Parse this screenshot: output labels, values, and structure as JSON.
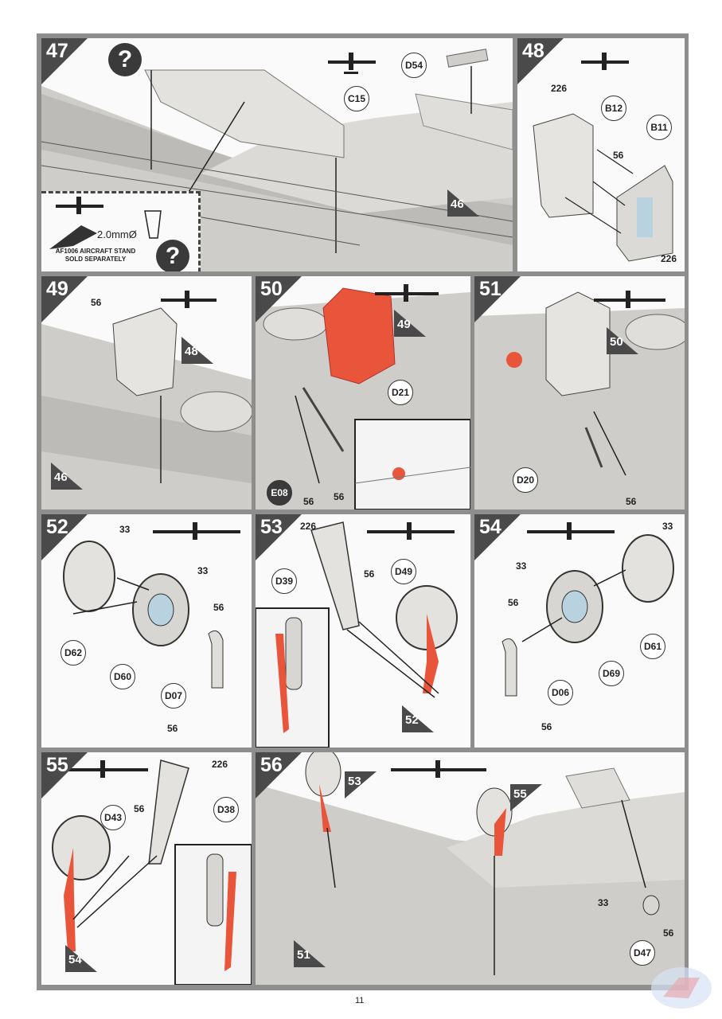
{
  "page": {
    "number": "11"
  },
  "colors": {
    "frame": "#8e8e8e",
    "highlight": "#e8553a",
    "dark": "#4a4a4a",
    "part": "#d8d6d2"
  },
  "steps": {
    "s47": {
      "num": "47",
      "parts": [
        "C15",
        "D54"
      ],
      "ref": "46",
      "stand_note": "AF1006 AIRCRAFT STAND\nSOLD SEPARATELY",
      "drill": "2.0mmØ",
      "qmark": "?"
    },
    "s48": {
      "num": "48",
      "parts": [
        "B12",
        "B11"
      ],
      "labels": [
        "226",
        "56",
        "226"
      ]
    },
    "s49": {
      "num": "49",
      "labels": [
        "56"
      ],
      "refs": [
        "48",
        "46"
      ]
    },
    "s50": {
      "num": "50",
      "parts": [
        "D21",
        "E08"
      ],
      "labels": [
        "56",
        "56"
      ],
      "ref": "49"
    },
    "s51": {
      "num": "51",
      "parts": [
        "D20"
      ],
      "labels": [
        "56"
      ],
      "ref": "50"
    },
    "s52": {
      "num": "52",
      "parts": [
        "D62",
        "D60",
        "D07"
      ],
      "labels": [
        "33",
        "33",
        "56",
        "56"
      ]
    },
    "s53": {
      "num": "53",
      "parts": [
        "D39",
        "D49"
      ],
      "labels": [
        "226",
        "56"
      ],
      "ref": "52"
    },
    "s54": {
      "num": "54",
      "parts": [
        "D61",
        "D69",
        "D06"
      ],
      "labels": [
        "33",
        "33",
        "56",
        "56"
      ]
    },
    "s55": {
      "num": "55",
      "parts": [
        "D43",
        "D38"
      ],
      "labels": [
        "226",
        "56"
      ],
      "ref": "54"
    },
    "s56": {
      "num": "56",
      "parts": [
        "D47"
      ],
      "labels": [
        "33",
        "56"
      ],
      "refs": [
        "53",
        "55",
        "51"
      ]
    }
  }
}
